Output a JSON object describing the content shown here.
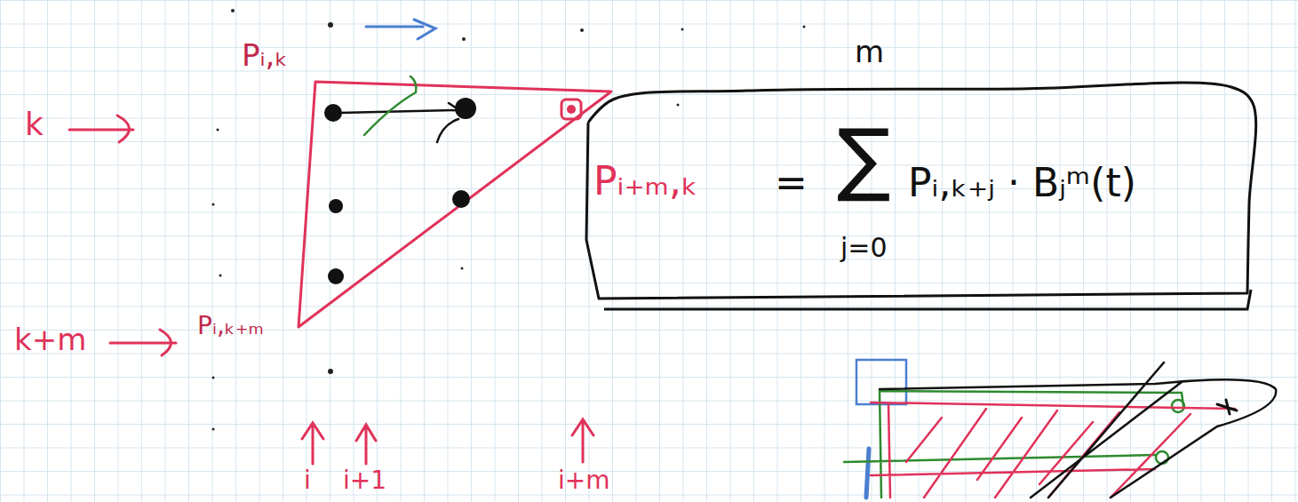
{
  "diagram": {
    "nodes": [
      {
        "text": [
          "Pᵢ₊ₘ,ₖ",
          "=",
          "m",
          "∑",
          "j=0",
          "Pᵢ,ₖ₊ⱼ · Bⱼᵐ(t)"
        ]
      }
    ],
    "labels": [
      "Pᵢ,ₖ",
      "Pᵢ,ₖ₊ₘ",
      "k",
      "k+m",
      "i",
      "i+1",
      "i+m"
    ]
  }
}
